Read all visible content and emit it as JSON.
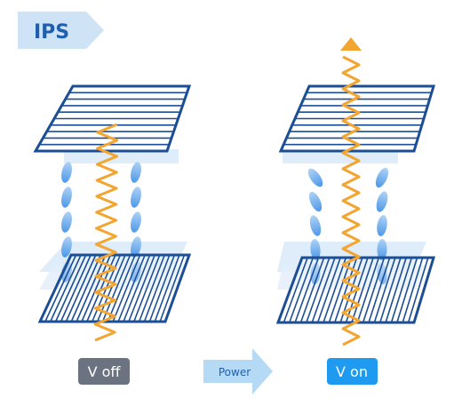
{
  "header": {
    "title": "IPS"
  },
  "left_panel": {
    "state_label": "V off"
  },
  "middle": {
    "arrow_label": "Power"
  },
  "right_panel": {
    "state_label": "V on"
  },
  "colors": {
    "tag_bg": "#cfe3f7",
    "tag_text": "#1f5fae",
    "panel_stroke": "#1c4e96",
    "panel_fill": "#ffffff",
    "glass": "#d6e9f8",
    "crystal_light": "#b8d7f4",
    "crystal_dark": "#4a90e2",
    "wave": "#f3a531",
    "off_badge": "#6b7280",
    "on_badge": "#1e9bf0",
    "power_arrow": "#b5daf6"
  }
}
